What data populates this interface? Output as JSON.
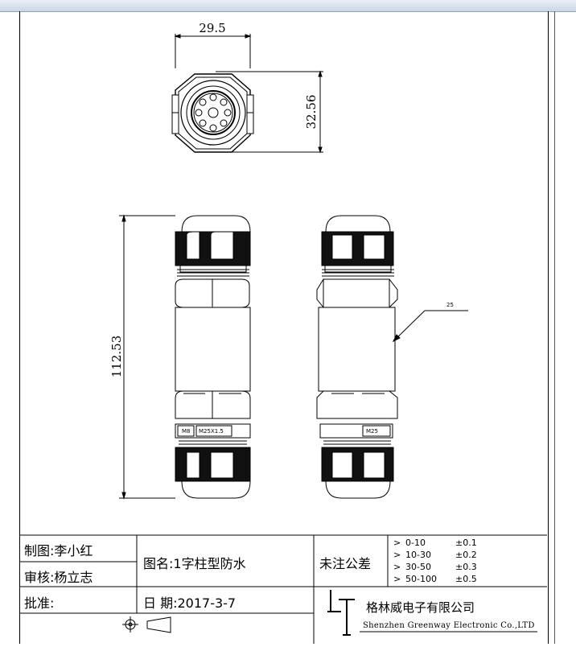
{
  "dimensions": {
    "top_width": "29.5",
    "top_height": "32.56",
    "length": "112.53",
    "leader": "25"
  },
  "part_labels": {
    "front_left": "M8",
    "front_right": "M25X1.5",
    "side": "M25"
  },
  "title_block": {
    "drawn_by": "制图:李小红",
    "checked_by": "审核:杨立志",
    "approved_by": "批准:",
    "drawing_name": "图名:1字柱型防水",
    "date": "日 期:2017-3-7",
    "tolerance_title": "未注公差",
    "tolerances": [
      {
        "range": "0-10",
        "value": "±0.1"
      },
      {
        "range": "10-30",
        "value": "±0.2"
      },
      {
        "range": "30-50",
        "value": "±0.3"
      },
      {
        "range": "50-100",
        "value": "±0.5"
      }
    ],
    "company_cn": "格林威电子有限公司",
    "company_en": "Shenzhen Greenway Electronic Co.,LTD"
  }
}
